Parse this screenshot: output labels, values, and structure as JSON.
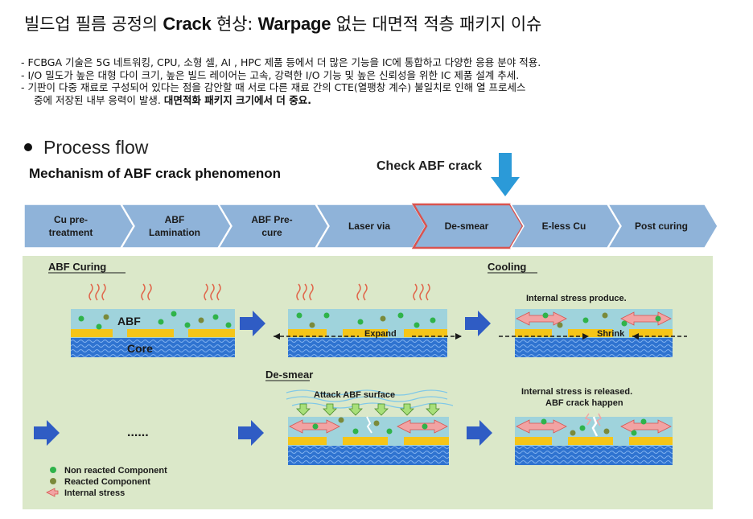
{
  "title": {
    "part1": "빌드업 필름 공정의 ",
    "part2": "Crack",
    "part3": " 현상:  ",
    "part4": "Warpage",
    "part5": " 없는 대면적 적층 패키지 이슈"
  },
  "bullets": [
    "- FCBGA 기술은 5G 네트워킹, CPU, 소형 셀, AI , HPC 제품 등에서 더 많은 기능을 IC에 통합하고 다양한 응용 분야 적용.",
    "- I/O 밀도가 높은 대형 다이 크기, 높은 빌드 레이어는 고속, 강력한 I/O 기능 및 높은 신뢰성을 위한 IC 제품 설계 추세.",
    "-  기판이 다중 재료로 구성되어 있다는 점을 감안할 때 서로 다른 재료 간의 CTE(열팽창 계수) 불일치로 인해 열 프로세스"
  ],
  "bullet3_cont": "중에 저장된 내부 응력이 발생. ",
  "bullet3_bold": "대면적화 패키지 크기에서 더 중요.",
  "process_flow": "Process flow",
  "mechanism": "Mechanism of ABF crack phenomenon",
  "check_label": "Check ABF crack",
  "stages": [
    {
      "line1": "Cu pre-",
      "line2": "treatment"
    },
    {
      "line1": "ABF",
      "line2": "Lamination"
    },
    {
      "line1": "ABF Pre-",
      "line2": "cure"
    },
    {
      "line1": "Laser via",
      "line2": ""
    },
    {
      "line1": "De-smear",
      "line2": ""
    },
    {
      "line1": "E-less Cu",
      "line2": ""
    },
    {
      "line1": "Post curing",
      "line2": ""
    }
  ],
  "diagram": {
    "abf_curing": "ABF Curing",
    "cooling": "Cooling",
    "abf": "ABF",
    "core": "Core",
    "expand": "Expand",
    "shrink": "Shrink",
    "internal_stress": "Internal stress produce.",
    "desmear": "De-smear",
    "attack": "Attack ABF surface",
    "released1": "Internal stress is released.",
    "released2": "ABF crack happen",
    "dots": "......",
    "legend": [
      "Non reacted Component",
      "Reacted Component",
      "Internal stress"
    ]
  },
  "colors": {
    "arrow_blue": "#8fb3d9",
    "highlight": "#d9534f",
    "panel_bg": "#dbe8c9",
    "abf": "#9fd3dc",
    "core": "#3a7bd5",
    "pad": "#f5c518",
    "green": "#2fb34a",
    "olive": "#7a8a3a"
  }
}
